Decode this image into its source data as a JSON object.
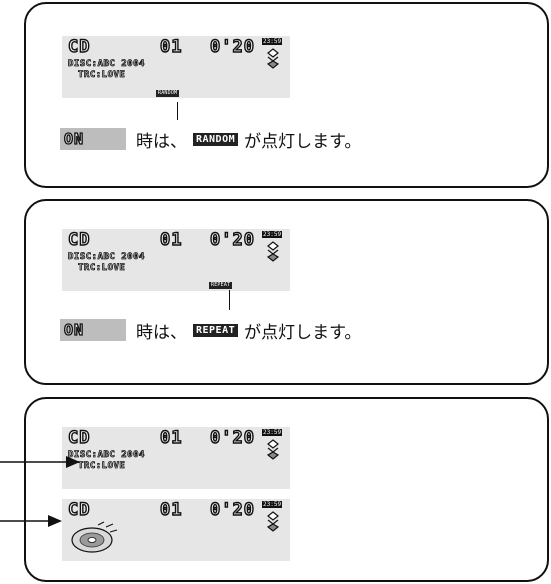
{
  "lcd": {
    "source": "CD",
    "track": "01",
    "time": "0'20",
    "clock": "23:59",
    "disc_line": "DISC:ABC 2004",
    "trc_line": "TRC:LOVE"
  },
  "panel1": {
    "indicator": "RANDOM",
    "badge": "ON",
    "text_before": "時は、",
    "highlight": "RANDOM",
    "text_after": "が点灯します。"
  },
  "panel2": {
    "indicator": "REPEAT",
    "badge": "ON",
    "text_before": "時は、",
    "highlight": "REPEAT",
    "text_after": "が点灯します。"
  },
  "panel3": {
    "display_a": "disc-text-view",
    "display_b": "disc-animation-view"
  }
}
